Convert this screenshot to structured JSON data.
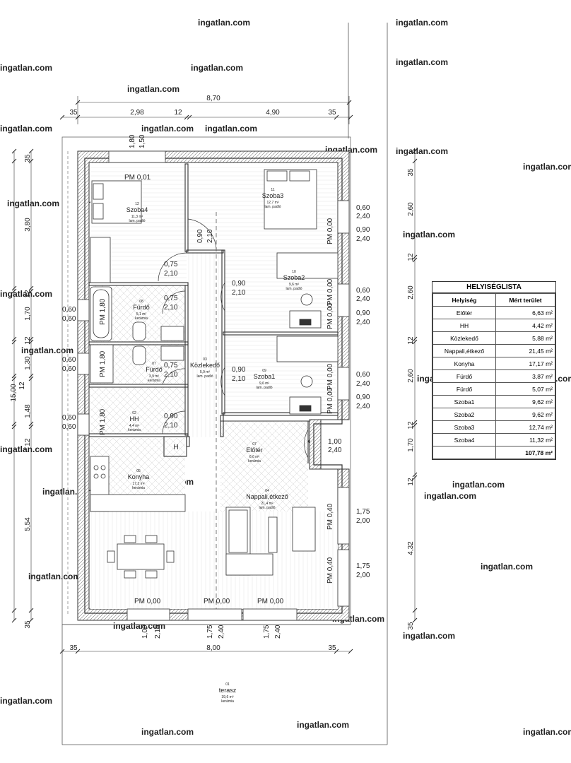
{
  "watermark": "ingatlan.com",
  "dims_top": {
    "overall": "8,70",
    "parts": [
      "35",
      "2,98",
      "12",
      "4,90",
      "35"
    ]
  },
  "dims_bottom": {
    "overall": "8,00",
    "parts": [
      "35",
      "35"
    ],
    "openings": [
      "1,00",
      "2,10",
      "1,75",
      "2,40",
      "1,75",
      "2,40"
    ]
  },
  "dims_left": {
    "overall": "15,00",
    "parts": [
      "35",
      "3,80",
      "12",
      "1,70",
      "12",
      "1,30",
      "12",
      "1,48",
      "12",
      "5,54",
      "35"
    ]
  },
  "dims_right": {
    "parts": [
      "35",
      "2,60",
      "12",
      "2,60",
      "12",
      "2,60",
      "12",
      "1,70",
      "12",
      "4,32",
      "35"
    ]
  },
  "window_labels": [
    {
      "w": "0,60",
      "h": "2,40"
    },
    {
      "w": "0,90",
      "h": "2,40"
    },
    {
      "w": "0,60",
      "h": "2,40"
    },
    {
      "w": "0,90",
      "h": "2,40"
    },
    {
      "w": "0,60",
      "h": "2,40"
    },
    {
      "w": "0,90",
      "h": "2,40"
    },
    {
      "w": "1,75",
      "h": "2,00"
    },
    {
      "w": "1,75",
      "h": "2,00"
    }
  ],
  "left_window_labels": [
    {
      "w": "0,60",
      "h": "0,60"
    },
    {
      "w": "0,60",
      "h": "0,60"
    },
    {
      "w": "0,60",
      "h": "0,60"
    }
  ],
  "door_labels": [
    {
      "w": "0,90",
      "h": "2,10"
    },
    {
      "w": "0,75",
      "h": "2,10"
    },
    {
      "w": "0,75",
      "h": "2,10"
    },
    {
      "w": "0,75",
      "h": "2,10"
    },
    {
      "w": "0,90",
      "h": "2,10"
    },
    {
      "w": "0,90",
      "h": "2,10"
    },
    {
      "w": "0,90",
      "h": "2,10"
    },
    {
      "w": "1,00",
      "h": "2,40"
    }
  ],
  "top_window": {
    "w": "1,80",
    "h": "1,50"
  },
  "pm": {
    "szoba4": "PM 0,01",
    "szoba3": "PM 0,00",
    "szoba2a": "PM 0,00",
    "szoba2b": "PM 0,00",
    "szoba1a": "PM 0,00",
    "szoba1b": "PM 0,00",
    "furdo1": "PM 1,80",
    "furdo2": "PM 1,80",
    "hh": "PM 1,80",
    "nappali1": "PM 0,40",
    "nappali2": "PM 0,40",
    "bottom": [
      "PM 0,00",
      "PM 0,00",
      "PM 0,00"
    ]
  },
  "rooms": [
    {
      "num": "12",
      "name": "Szoba4",
      "area": "11,3 m²",
      "floor": "lam. padló"
    },
    {
      "num": "11",
      "name": "Szoba3",
      "area": "12,7 m²",
      "floor": "lam. padló"
    },
    {
      "num": "10",
      "name": "Szoba2",
      "area": "9,6 m²",
      "floor": "lam. padló"
    },
    {
      "num": "09",
      "name": "Szoba1",
      "area": "9,6 m²",
      "floor": "lam. padló"
    },
    {
      "num": "08",
      "name": "Fürdő",
      "area": "5,1 m²",
      "floor": "kerámia"
    },
    {
      "num": "07",
      "name": "Fürdő",
      "area": "3,9 m²",
      "floor": "kerámia"
    },
    {
      "num": "03",
      "name": "Közlekedő",
      "area": "5,9 m²",
      "floor": "lam. padló"
    },
    {
      "num": "02",
      "name": "HH",
      "area": "4,4 m²",
      "floor": "kerámia"
    },
    {
      "num": "07",
      "name": "Előtér",
      "area": "6,6 m²",
      "floor": "kerámia"
    },
    {
      "num": "05",
      "name": "Konyha",
      "area": "17,2 m²",
      "floor": "kerámia"
    },
    {
      "num": "04",
      "name": "Nappali,étkező",
      "area": "21,4 m²",
      "floor": "lam. padló"
    },
    {
      "num": "01",
      "name": "terasz",
      "area": "39,6 m²",
      "floor": "kerámia"
    }
  ],
  "hh_label": "H",
  "room_list": {
    "title": "HELYISÉGLISTA",
    "headers": [
      "Helyiség",
      "Mért terület"
    ],
    "rows": [
      {
        "name": "Előtér",
        "area": "6,63 m²"
      },
      {
        "name": "HH",
        "area": "4,42 m²"
      },
      {
        "name": "Közlekedő",
        "area": "5,88 m²"
      },
      {
        "name": "Nappali,étkező",
        "area": "21,45 m²"
      },
      {
        "name": "Konyha",
        "area": "17,17 m²"
      },
      {
        "name": "Fürdő",
        "area": "3,87 m²"
      },
      {
        "name": "Fürdő",
        "area": "5,07 m²"
      },
      {
        "name": "Szoba1",
        "area": "9,62 m²"
      },
      {
        "name": "Szoba2",
        "area": "9,62 m²"
      },
      {
        "name": "Szoba3",
        "area": "12,74 m²"
      },
      {
        "name": "Szoba4",
        "area": "11,32 m²"
      }
    ],
    "total": "107,78 m²"
  }
}
